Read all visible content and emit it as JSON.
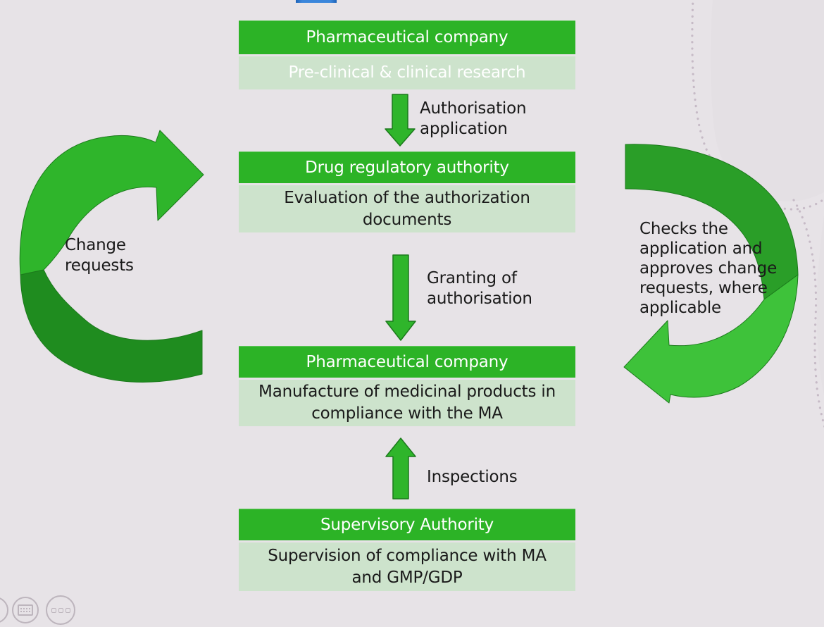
{
  "slide": {
    "boxes": [
      {
        "header": "Pharmaceutical company",
        "body": "Pre-clinical & clinical research"
      },
      {
        "header": "Drug regulatory authority",
        "body": "Evaluation of the authorization\ndocuments"
      },
      {
        "header": "Pharmaceutical company",
        "body": "Manufacture of medicinal products in\ncompliance with the MA"
      },
      {
        "header": "Supervisory Authority",
        "body": "Supervision of compliance with MA\nand GMP/GDP"
      }
    ],
    "flow_labels": {
      "authorisation_application": "Authorisation\napplication",
      "granting_of_authorisation": "Granting of\nauthorisation",
      "inspections": "Inspections",
      "change_requests": "Change\nrequests",
      "checks_application": "Checks the\napplication and\napproves change\nrequests, where\napplicable"
    }
  },
  "controls": {
    "buttons": [
      {
        "icon": "partial-circle-icon"
      },
      {
        "icon": "slide-navigator-icon"
      },
      {
        "icon": "more-options-icon"
      }
    ]
  },
  "colors": {
    "bg": "#E7E3E7",
    "header-green": "#2CB326",
    "body-green": "#CDE3CC",
    "arrow-green": "#2FB52B",
    "arrow-dark": "#1F8C1F",
    "right-dark": "#2A9E28",
    "right-bright": "#3EC23A",
    "outline-green": "#1C7A1C",
    "text-dark": "#1A1A1A",
    "accent-blue": "#2E7BD4",
    "dot": "#C6BAC6",
    "blob": "#E4E0E4",
    "control": "#BDB5BD"
  }
}
